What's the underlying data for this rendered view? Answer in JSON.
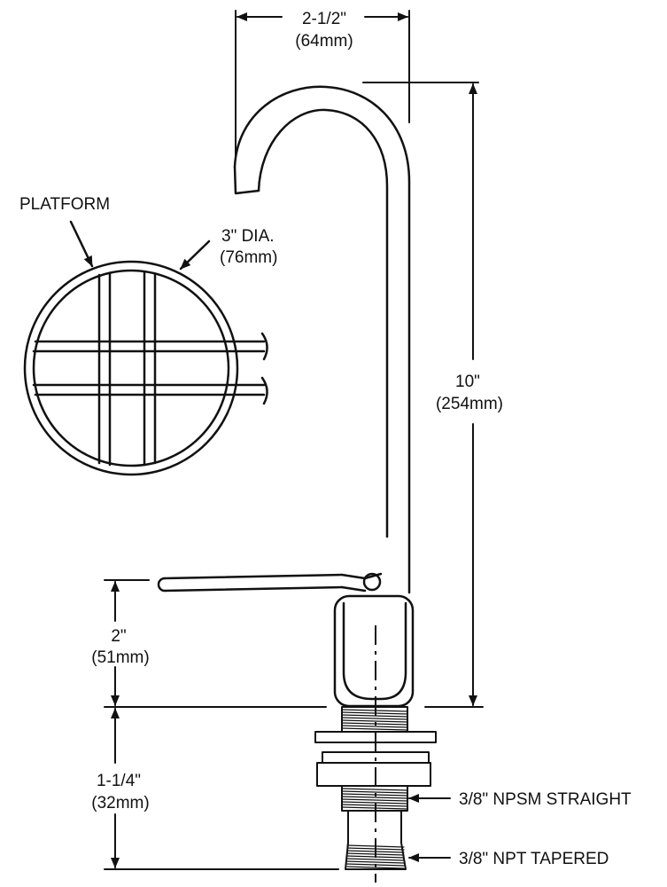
{
  "colors": {
    "ink": "#111111",
    "paper": "#ffffff"
  },
  "dimensions": {
    "spout_reach": {
      "label": "2-1/2\"",
      "metric": "(64mm)"
    },
    "overall_height": {
      "label": "10\"",
      "metric": "(254mm)"
    },
    "lever_height": {
      "label": "2\"",
      "metric": "(51mm)"
    },
    "shank_length": {
      "label": "1-1/4\"",
      "metric": "(32mm)"
    }
  },
  "platform": {
    "title": "PLATFORM",
    "diameter_label": "3\" DIA.",
    "diameter_metric": "(76mm)"
  },
  "threads": {
    "npsm": "3/8\" NPSM STRAIGHT",
    "npt": "3/8\" NPT TAPERED"
  }
}
